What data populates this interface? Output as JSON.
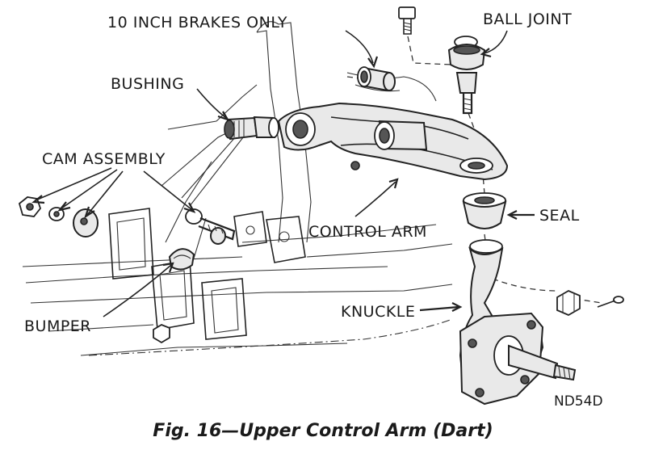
{
  "labels": {
    "brakes": "10 INCH BRAKES ONLY",
    "ball_joint": "BALL JOINT",
    "bushing": "BUSHING",
    "cam_assembly": "CAM ASSEMBLY",
    "control_arm": "CONTROL ARM",
    "seal": "SEAL",
    "knuckle": "KNUCKLE",
    "bumper": "BUMPER",
    "code": "ND54D"
  },
  "caption": "Fig. 16—Upper Control Arm (Dart)"
}
